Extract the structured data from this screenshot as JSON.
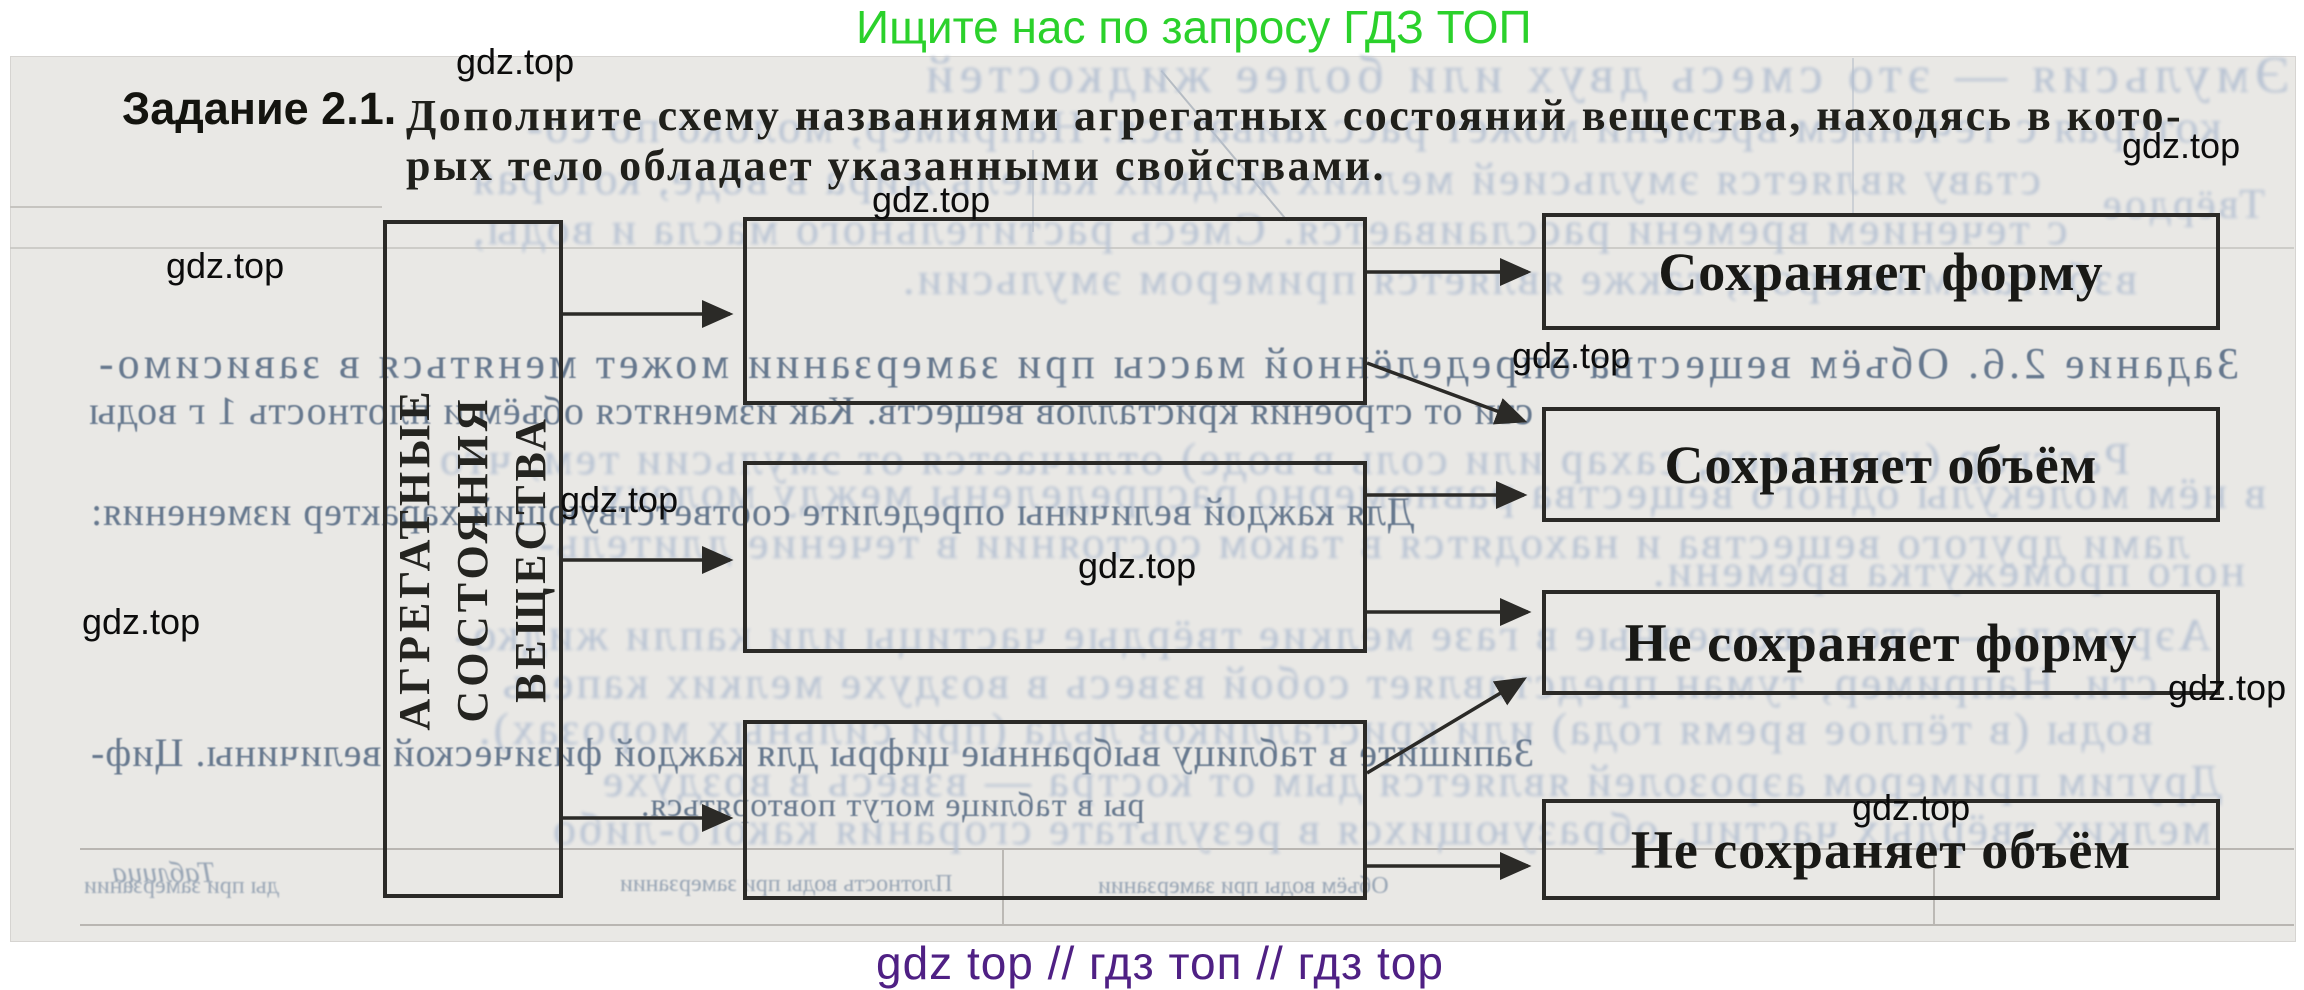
{
  "promo_top": {
    "text": "Ищите нас по запросу ГДЗ ТОП",
    "color": "#2bd12b"
  },
  "promo_bottom": {
    "text": "gdz top  //  гдз топ  //  гдз top",
    "color": "#4f2084"
  },
  "watermark": {
    "text": "gdz.top"
  },
  "task": {
    "number": "Задание 2.1.",
    "text_line1": "Дополните схему названиями агрегатных состояний вещества, находясь в кото-",
    "text_line2": "рых тело обладает указанными свойствами."
  },
  "diagram": {
    "left_box": {
      "line1": "АГРЕГАТНЫЕ СОСТОЯНИЯ",
      "line2": "ВЕЩЕСТВА"
    },
    "answer_boxes": [
      {
        "label": ""
      },
      {
        "label": ""
      },
      {
        "label": ""
      }
    ],
    "property_boxes": [
      {
        "label": "Сохраняет форму"
      },
      {
        "label": "Сохраняет объём"
      },
      {
        "label": "Не сохраняет форму"
      },
      {
        "label": "Не сохраняет объём"
      }
    ]
  },
  "bleedthrough": {
    "g1": "Эмульсия — это смесь двух или более жидкостей",
    "g2": "которая с течением времени может расслаиваться. Например, молоко по со-",
    "g3": "ставу является эмульсией мелких жидких капель жира в воде, которая",
    "g4": "с течением времени расслаивается. Смесь растительного масла и воды,",
    "g5": "взбитая миксером, также является примером эмульсии.",
    "g6": "Задание 2.6. Объём вещества определённой массы при замерзании может меняться в зависимо-",
    "g7": "сти от строения кристаллов веществ. Как изменятся объём и плотность 1 г воды",
    "g8": "Раствор (например, сахар или соль в воде) отличается от эмульсии тем, что",
    "g9": "в нём молекулы одного вещества равномерно распределены между молеку-",
    "g10": "Для каждой величины определите соответствующий характер изменения:",
    "g11": "лами другого вещества и находятся в таком состоянии в течение длитель-",
    "g12": "ного промежутка времени.",
    "g13": "Аэрозоль — это взвешенные в газе мелкие твёрдые частицы или капли жидко-",
    "g14": "сти. Например, туман представляет собой взвесь в воздухе мелких капель",
    "g15": "воды (в тёплое время года) или кристалликов льда (при сильных морозах).",
    "g16": "Запишите в таблицу выбранные цифры для каждой физической величины. Циф-",
    "g17": "Другим примером аэрозолей является дым от костра — взвесь в воздухе",
    "g18": "ры в таблице могут повторяться.",
    "g19": "мелких твёрдых частиц, образующихся в результате сгорания какого-либо",
    "g20": "Таблица",
    "g21": "Плотность воды при замерзании",
    "g22": "Объём воды при замерзании",
    "g23": "ды при замерзании",
    "g24": "Твёрдое"
  }
}
